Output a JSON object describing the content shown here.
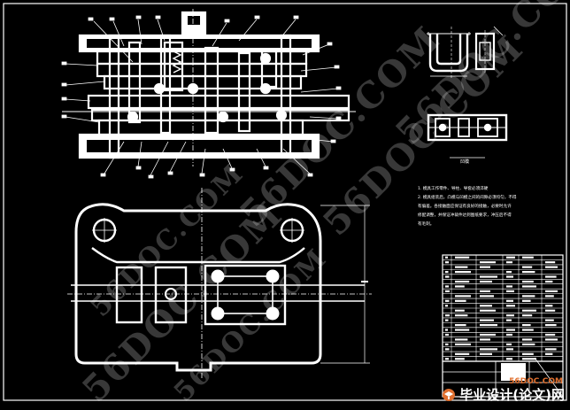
{
  "drawing": {
    "note_lines": [
      "1.  模具工作零件、导柱、导套必须淬硬",
      "2.  模具组装后，凸模与凹模之间的间隙必须均匀，不得",
      "有偏差。各接触面应保证有良好的接触，必要时允许",
      "修配调整，并保证冲裁件达到图纸要求，冲压后不得",
      "有毛刺。"
    ],
    "small_view_label": "凹模"
  },
  "watermark": {
    "text": "56DOC.COM"
  },
  "brand": {
    "url": "56DOC.COM",
    "name": "毕业设计(论文)网"
  },
  "colors": {
    "background": "#000000",
    "line": "#ffffff",
    "accent": "#e07030"
  }
}
